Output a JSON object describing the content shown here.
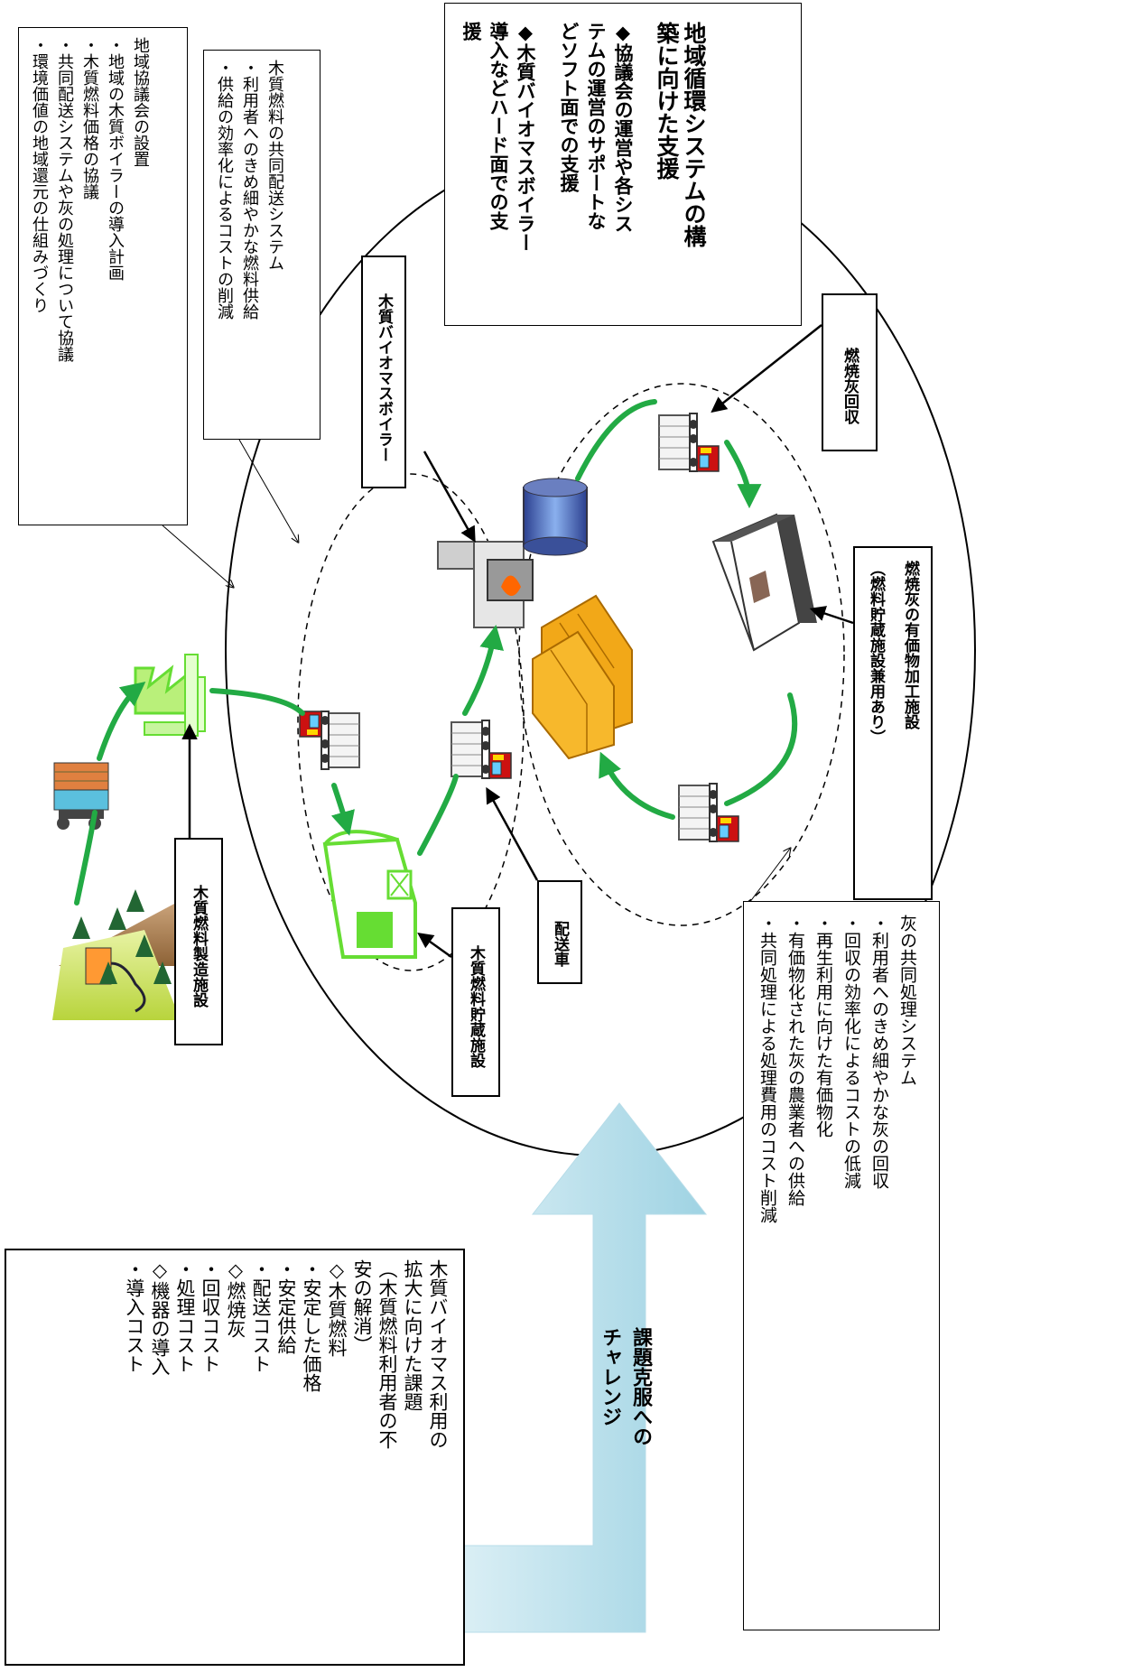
{
  "left_box": {
    "lines": [
      "木質バイオマス利用の",
      "拡大に向けた課題",
      "（木質燃料利用者の不",
      "安の解消）",
      "◇木質燃料",
      "・安定した価格",
      "・安定供給",
      "・配送コスト",
      "◇燃焼灰",
      "・回収コスト",
      "・処理コスト",
      "◇機器の導入",
      "・導入コスト"
    ]
  },
  "challenge_arrow": {
    "line1": "課題克服への",
    "line2": "チャレンジ"
  },
  "council_box": {
    "title": "地域協議会の設置",
    "items": [
      "・地域の木質ボイラーの導入計画",
      "・木質燃料価格の協議",
      "・共同配送システムや灰の処理について協議",
      "・環境価値の地域還元の仕組みづくり"
    ]
  },
  "delivery_box": {
    "title": "木質燃料の共同配送システム",
    "items": [
      "・利用者へのきめ細やかな燃料供給",
      "・供給の効率化によるコストの削減"
    ]
  },
  "support_box": {
    "title_lines": [
      "地域循環システムの構",
      "築に向けた支援"
    ],
    "bullets": [
      [
        "◆協議会の運営や各シス",
        "テムの運営のサポートな",
        "どソフト面での支援"
      ],
      [
        "◆木質バイオマスボイラー",
        "導入などハード面での支",
        "援"
      ]
    ]
  },
  "ash_system_box": {
    "title": "灰の共同処理システム",
    "items": [
      "・利用者へのきめ細やかな灰の回収",
      "・回収の効率化によるコストの低減",
      "・再生利用に向けた有価物化",
      "・有価物化された灰の農業者への供給",
      "・共同処理による処理費用のコスト削減"
    ]
  },
  "labels": {
    "fuel_factory": "木質燃料製造施設",
    "fuel_storage": "木質燃料貯蔵施設",
    "delivery_truck": "配送車",
    "biomass_boiler": "木質バイオマスボイラー",
    "ash_collection": "燃焼灰回収",
    "ash_facility_l1": "燃焼灰の有価物加工施設",
    "ash_facility_l2": "（燃料貯蔵施設兼用あり）"
  },
  "colors": {
    "cycle_arrow": "#22aa44",
    "building_green": "#66dd33",
    "challenge_arrow": "#a8d8e6",
    "pellet": "#f2a818",
    "truck_red": "#cc1111"
  }
}
